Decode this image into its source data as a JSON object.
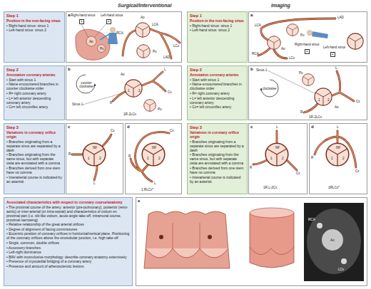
{
  "diagram": {
    "nodes": [
      {
        "text": [
          "Step 1",
          "Position in the non-facing sinus",
          "• Right-hand sinus: sinus 1",
          "• Left-hand sinus: sinus 2"
        ]
      },
      {
        "text": [
          "a",
          "Right-hand sinus",
          "Left-hand sinus",
          "1",
          "2",
          "Ao",
          "Pu",
          "Ao",
          "RCA",
          "LCA",
          "Pu",
          "LCx",
          "LAD"
        ]
      },
      {
        "text": [
          "Step 1",
          "Position in the non-facing sinus",
          "• Right-hand sinus: sinus 1",
          "• Left-hand sinus: sinus 2"
        ]
      },
      {
        "text": [
          "a",
          "LCA",
          "RCA",
          "Ao",
          "Pu",
          "LCx",
          "LAD",
          "Right-hand sinus",
          "Left-hand sinus",
          "1",
          "2"
        ]
      },
      {
        "text": [
          "Step 2",
          "Annotation coronary arteries",
          "• Start with sinus 1",
          "• Name encountered branches in counter clockwise order",
          "• R= right coronary artery",
          "• L= left anterior descending coronary artery",
          "• Cx= left circumflex artery"
        ]
      },
      {
        "text": [
          "b",
          "counter clockwise",
          "Sinus 1",
          "Ao",
          "Pu",
          "R",
          "L",
          "Cx",
          "1",
          "2",
          "1R-2LCx"
        ]
      },
      {
        "text": [
          "Step 2",
          "Annotation coronary arteries",
          "• Start with sinus 1",
          "• Name encountered branches in clockwise order",
          "• R= right coronary artery",
          "• L= left anterior descending coronary artery",
          "• Cx= left circumflex artery"
        ]
      },
      {
        "text": [
          "b",
          "Sinus 1",
          "clockwise",
          "Ao",
          "Pu",
          "R",
          "L",
          "Cx",
          "1",
          "2",
          "1R-2LCx"
        ]
      },
      {
        "text": [
          "Step 3",
          "Variations in coronary orifice origin",
          "• Branches originating from a separate sinus are separated by a dash",
          "• Branches originating from the same sinus, but with separate ostia are annotated with a comma",
          "• Branches derived from one stem have no comma",
          "• Interarterial course is indicated by an asterisk"
        ]
      },
      {
        "text": [
          "c",
          "Cx",
          "R",
          "NF",
          "1",
          "2",
          "L"
        ]
      },
      {
        "text": [
          "d",
          "Cx",
          "R",
          "NF",
          "1",
          "2",
          "L",
          "1 RLCx*"
        ]
      },
      {
        "text": [
          "Step 3",
          "Variations in coronary orifice origin",
          "• Branches originating from a separate sinus are separated by a dash",
          "• Branches originating from the same sinus, but with separate ostia are annotated with a comma",
          "• Branches derived from one stem have no comma",
          "• Interarterial course is indicated by an asterisk"
        ]
      },
      {
        "text": [
          "c",
          "L",
          "NF",
          "1",
          "2",
          "R",
          "Cx",
          "1R,L-2Cx"
        ]
      },
      {
        "text": [
          "d",
          "L",
          "NF",
          "1",
          "2",
          "R",
          "Cx",
          "1RLCx*"
        ]
      },
      {
        "text": [
          "Associated characteristics with respect to coronary course/anatomy",
          "• The proximal course of the artery: anterior (pre-pulmonary), posterior (retro-aortic) or inter-arterial (or intra-septal) and characteristics of ostium en proximal part (i.e. slit-like ostium, acute angle take-off, intramural course, proximal narrowing)",
          "• Relative relationship of the great arterial orifices",
          "• Degree of alignment of facing commissures",
          "• Eccentric position of coronary orifices in horizontal/vertical plane. Positioning of the coronary orifices above the sinotubular junction, i.e. high take-off",
          "• Single, common, double orifices",
          "• Accessory branches",
          "• Left-right dominance",
          "• BAV with inconclusive morphology: describe coronary anatomy extensively",
          "• Presence of myocardial bridging of a coronary artery",
          "• Presence and amount of atherosclerotic lesions"
        ]
      },
      {
        "text": [
          "e",
          "RCA",
          "Ao",
          "LCx"
        ]
      }
    ],
    "labels": [
      "Surgical/Interventional",
      "Imaging"
    ]
  }
}
